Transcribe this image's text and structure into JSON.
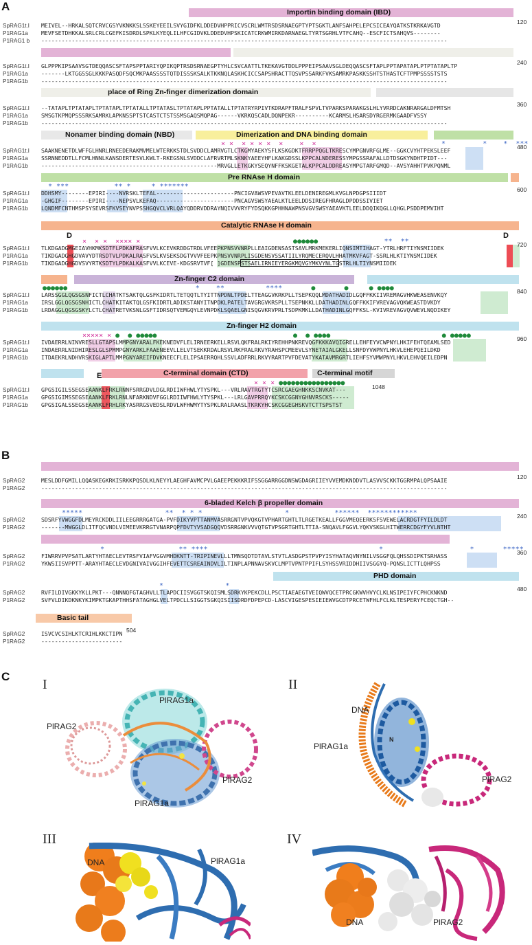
{
  "panels": {
    "a": "A",
    "b": "B",
    "c": "C"
  },
  "panelA": {
    "blocks": [
      {
        "domains": [
          {
            "label": "Importin binding domain (IBD)"
          }
        ],
        "number": "120",
        "rows": [
          {
            "name": "SpRAG1t.l",
            "seq": "MEIVEL--HRKALSQTCRVCGSYVKNKKSLSSKEYEEILSVYGIDFKLDDEDVHPPRICVSCRLWMTRSDSRNAEGPTYPTSGKTLANFSAHPELEPCSICEAYQATKSTKRKAVGTD"
          },
          {
            "name": "P1RAG1a",
            "seq": "MEVFSETDHKKALSRLCRLCGEFKISDRDLSPKLKYEQLILHFCGIDVKLDDEDVHPSKICATCRKWMIRKDARNAEGLTYRTSGRHLVTFCAHQ--ESCFICTSAHQVS--------"
          },
          {
            "name": "P1RAG1 b",
            "seq": "------------------------------------------------------------------------------------------------------------------------"
          }
        ]
      },
      {
        "domains": [],
        "number": "240",
        "rows": [
          {
            "name": "SpRAG1t.l",
            "seq": "GLPPPKIPSAAVSGTDEQQASCSFTAPSPPTARIYQPIKQPTRSDSRNAEGPTYHLCSVCAATTLTKEKAVGTDDLPPPEIPSAAVSGLDEQQASCSFTAPLPPTAPATAPLPTPTATAPLTP"
          },
          {
            "name": "P1RAG1a",
            "seq": "-------LKTGGSSGLKKKPASQDFSQCMKPAASSSSTQTDISSSKSALKTKKNQLASKHCICCSAPSHRACTTQSVPSSARKFVKSAMRKPASKKSSHTSTHASTCFTPMPSSSSTSTS"
          },
          {
            "name": "P1RAG1b",
            "seq": "------------------------------------------------------------------------------------------------------------------------"
          }
        ]
      },
      {
        "domains": [
          {
            "label": "place of  Ring Zn-finger dimerization domain"
          }
        ],
        "number": "360",
        "rows": [
          {
            "name": "SpRAG1t.l",
            "seq": "--TATAPLTPTATAPLTPTATAPLTPTATALLTPTATASLTPTATAPLPPTATALLTPTATRYRPIVTKDRAPFTRALFSPVLTVPARKSPARAKGSLHLYVRRDCAKNRARGALDFMTSH"
          },
          {
            "name": "P1RAG1a",
            "seq": "SMSGTKPMQPSSSRKSAMRKLAPKNSSPTSTCASTCTSTSSMSGAQSMQPAG------VKRKQSCADLDQNPEKR----------KCARMSLHSARSDYRGERMKGAADFVSSY"
          },
          {
            "name": "P1RAG1b",
            "seq": "------------------------------------------------------------------------------------------------------------------------"
          }
        ]
      },
      {
        "domains": [
          {
            "label": "Nonamer binding domain (NBD)"
          },
          {
            "label": "Dimerization and DNA binding domain"
          }
        ],
        "number": "480",
        "rows": [
          {
            "name": "SpRAG1t.l",
            "seq": "SAAKNENETDLWFFGLHNRLRNEEDERAKMVMELWTERKKSTDLSVDDCLAMRVGTLCTKGMYAEKYSFLKSKGDKTFRRPPQGLTKRESCYMPGNVRFGLME--GGKCVYHTPEKSLEEF"
          },
          {
            "name": "P1RAG1a",
            "seq": "SSRNNEDDTLLFCMLHNNLKANSDERTESVLKWLT-RKEGSNLSVDDCLAFRVRTMLSKNKYAEEYHFLKAKGDSSLKPPCALNDERESSYMPGSSRAFALLDTDSGKYNDHTPIDT---"
          },
          {
            "name": "P1RAG1b",
            "seq": "----------------------------------------------------MRVGLLETKGKYSEQYNFFKSKGETALKPPCALDDREASYMPGTARFGMQD--AVSYAHHTPVKPQNML"
          }
        ]
      },
      {
        "domains": [
          {
            "label": "Pre RNAse H domain"
          }
        ],
        "number": "600",
        "rows": [
          {
            "name": "SpRAG1t.l",
            "seq": "DDHSMY--------EPIRI----NVRSKLTEFAL-----------------------PNCIGVAWSVPEVAVTKLEELDENIREGMLKVGLNPDGPSIIIDT"
          },
          {
            "name": "P1RAG1a",
            "seq": "-GHGIF--------EPIRI----NEPSVLKEFAQ-----------------------PNCAGVSWSYAEALKTLEELDDSIREGFHRAGLDPDDSSIVIET"
          },
          {
            "name": "P1RAG1b",
            "seq": "LQNDMFCNTHMSPSYSEVRSFKVSEYNVPSSHGQVCLVRLQAYQDDRVDDRAYNQIVVVRYFYDSQKKGPHHNAWPNSVGVSWSYAEAVKTLEELDDQIKQGLLQHGLPSDDPEMVIHT"
          }
        ]
      },
      {
        "domains": [
          {
            "label": "Catalytic RNAse H domain"
          }
        ],
        "number": "720",
        "rows": [
          {
            "name": "SpRAG1t.l",
            "seq": "TLKDGADGMGEIAVHKMKSDTFLPDKAFRASFVVLKCEVKRDDGTRDLVFEEPKPNSVVNRPLLEAIGDENSASTSAVLMRKMEKERLIQNSIMTIHAGT-YTRLHRFTIYNSMIIDEK"
          },
          {
            "name": "P1RAG1a",
            "seq": "TIKDGADGHGDVAVYDTRSDTVLPDKALRASFVSLKVSEKSDGTVVVFEEPKPNSVVNRPLISGDENSVSSATIILYRQMECERQVLHHATMKVFAGT-SSRLHLKTIYNSMIIDEK"
          },
          {
            "name": "P1RAG1b",
            "seq": "TIKDGADGHGDVSVYRTKSDTYLPDKALKASFVVLKCEVE-KDGSRVTVF[           ]GDENSPSTSAELIRNIEYERGKMQVGYMKVYNLTGSTRLHLTIYNSMIIDEK"
          }
        ]
      },
      {
        "domains": [
          {
            "label": "Zn-finger C2 domain"
          }
        ],
        "number": "840",
        "rows": [
          {
            "name": "SpRAG1t.l",
            "seq": "LARSSGGLQGSGSNFICTLCHATKTSAKTQLGSFKIDRTLTETQQTLTYITTNPDNLTPDELTTEAGGVKRKPLLTSEPKQQLMDATHADIDLGQFFKKIIVREMAGVHKWEASENVKQY"
          },
          {
            "name": "P1RAG1a",
            "seq": "IRSLGGLQGSGSNHICTLCHATKITAKTQLGSFKIDRTLADIKSTANYITNPDKLPATELTAVGRGVKRSPLLTSEPNKKLLDATHADINLGQFFKKIFVREVAGVQKWEASTDVKDY"
          },
          {
            "name": "P1RAG1b",
            "seq": "LRDAGGLQGSGSKYLCTLCHATRETVKSNLGSFTIDRSQTVEMGQYLEVNPDKLSQAELGNISQGVKRVPRLTSDPKMKLLDATHADINLGQFFKSL-KVIVREVAGVQVWEVLNQDIKEY"
          }
        ]
      },
      {
        "domains": [
          {
            "label": "Zn-finger H2 domain"
          }
        ],
        "number": "960",
        "rows": [
          {
            "name": "SpRAG1t.l",
            "seq": "IVDAERRLNINVRESLLGTAPSLMMPGNYARALFKEKNEDVFLELIRNEERKELLRSVLQKFRALRKIYREHHPNKREVQGFKKKAVQIGRELLEHFEYVCWPNYLHKIFEHTQEAMLSED"
          },
          {
            "name": "P1RAG1a",
            "seq": "INDAERRLNIDHIRESLGLSPMMPGNYARKLFAAENEEVLLELVTSEKKRDALRSVLRKFRALRKVYRAHSPCMEEVLSYNETAIALGKELLSNFDYVWPNYLHKVLEHEPQEILDKD"
          },
          {
            "name": "P1RAG1b",
            "seq": "ITDAEKRLNDHVRSKIGLAPTLMMPGNYAREIFDVKNEECFLELIPSAERRQHLSSVLADFRRLRKVYRARTPVFDEVATYKATAVMRGRTLIEHFSYVMWPNYLHKVLEHVQEILEDPN"
          }
        ]
      },
      {
        "domains": [
          {
            "label": "C-terminal domain (CTD)"
          },
          {
            "label": "C-terminal motif"
          }
        ],
        "number": "1048",
        "rows": [
          {
            "name": "SpRAG1t.l",
            "seq": "GPGSIGILSSEGSEAANKLFRKLRNNFSRRGDVLDGLRDIIWFHWLYTYSPKL---VRLRAVTRGTYTCSRCGAEGHNKKSCNVKAT---"
          },
          {
            "name": "P1RAG1a",
            "seq": "GPGSIGIMSSEGSEAANKLFRKLRNLNFARKNDVFGGLRDIIWFHWLYTYSPKL---LRLGAVPRRQYKCSKCGGNYGHNVRSCKS-----"
          },
          {
            "name": "P1RAG1b",
            "seq": "GPGSIGALSSEGSEAANKLFRHLRKYASRRGSVEDSLRDVLWFHWMYTYSPKLRALRAASLTKRKYHCSKCGGEGHSKVTCTTSPSTST"
          }
        ]
      }
    ],
    "catalytic_markers": [
      "D",
      "D",
      "E"
    ]
  },
  "panelB": {
    "blocks": [
      {
        "domains": [],
        "number": "120",
        "rows": [
          {
            "name": "SpRAG2",
            "seq": "MESLDDFGMILLQQASKEGKRKISRKKPQSDLKLNEYYLAEGHFAVMCPVLGAEEPEKKKRIFSSGGARRGGDNSWGDAGRIIEYVVEMDKNDDVTLASVVSCKKTGGRMPALQPSAAIE"
          },
          {
            "name": "P1RAG2",
            "seq": "------------------------------------------------------------------------------------------------------------------------"
          }
        ]
      },
      {
        "domains": [
          {
            "label": "6-bladed Kelch β propeller domain"
          }
        ],
        "number": "240",
        "rows": [
          {
            "name": "SpRAG2",
            "seq": "SDSRFYVWGGFDLMEYRCKDDLIILEEGRRRGATGA-PVFDIKYVPTTANMVASRRGNTVPVQKGTVPHARTGHTLTLRGETKEALLFGGVMEQEERKSFSVEWELACRDGTFYILDLDT"
          },
          {
            "name": "P1RAG2",
            "seq": "-------MWGGLDLITFQCVNDLVIMEEVKRRGTVNARPQPFDVTYVSADGQQVDSRRGNKVVVQTGTVPSGRTGHTLTTIA-SNQAVLFGGVLYQKVSKGLHITWERRCDGYFYVLNTHT"
          }
        ]
      },
      {
        "domains": [],
        "number": "360",
        "rows": [
          {
            "name": "SpRAG2",
            "seq": "FIWRRVPVPSATLARTYHTAECLEVTRSFVIAFVGGVMHDKNTT-TRIPINEVLLLTMNSQDTDTAVLSTVTLASDGPSTPVPYISYHATAQVNYNILVSGGFQLQHSSDIPKTSRHASS"
          },
          {
            "name": "P1RAG2",
            "seq": "YKWSIISVPPTT-ARAYHTAECLEVDGNIVAIVGGIHFEVETTCSREAINDVLILTINPLAPNNAVSKVCLMPTVPNTPPIFLSYHSSVRIDDHIIVSGGYQ-PQNSLICTTLQHPSS"
          }
        ]
      },
      {
        "domains": [
          {
            "label": "PHD domain"
          }
        ],
        "number": "480",
        "rows": [
          {
            "name": "SpRAG2",
            "seq": "RVFILDIVGKKYKLLPKT---QNNNQFGTAGHVLLTLAPDCIISVGGTSKQISMLSDRKYKPEKCDLLPSCTIAEAEGTVEIQWVQCETPRCGKWVHVYCLKLNSIPEIYFCPHCKNKND"
          },
          {
            "name": "P1RAG2",
            "seq": "SVFVLDIKDKNKYKIMPKTGKAPTHHSFATAGHGLVELTPDCLLSIGGTSGKQISIISDRDFDPEPCD-LASCVIGESPESIEIEWVGCDTPRCETWFHLFCLKLTESPERYFCEQCTGH--"
          }
        ]
      },
      {
        "domains": [
          {
            "label": "Basic tail"
          }
        ],
        "number": "504",
        "rows": [
          {
            "name": "SpRAG2",
            "seq": "ISVCVCSIHLKTCRIHLKKCTIPN"
          },
          {
            "name": "P1RAG2",
            "seq": "------------------------"
          }
        ]
      }
    ]
  },
  "panelC": {
    "subpanels": [
      {
        "numeral": "I",
        "labels": [
          "PlRAG1a",
          "PlRAG2",
          "PlRAG2",
          "PlRAG1a"
        ]
      },
      {
        "numeral": "II",
        "labels": [
          "DNA",
          "N",
          "PlRAG1a",
          "PlRAG2"
        ]
      },
      {
        "numeral": "III",
        "labels": [
          "DNA",
          "PlRAG1a"
        ]
      },
      {
        "numeral": "IV",
        "labels": [
          "DNA",
          "PlRAG2"
        ]
      }
    ]
  },
  "colors": {
    "ibd": "#e3b3d6",
    "ring": "#efefe9",
    "nbd": "#e8e8e8",
    "dimer": "#f8ef9c",
    "green_bar": "#bfe0a6",
    "rnaseh": "#f6b48e",
    "znc2": "#c9b3d8",
    "zn_h2": "#bfe2ee",
    "ctd": "#f2a2aa",
    "ctmotif": "#d6d6d6",
    "peach": "#f8c9a8",
    "protein_blue": "#2e6db0",
    "teal": "#2bb3b8",
    "magenta": "#c8287a",
    "dna_orange": "#e87a1a",
    "yellow": "#f0e020",
    "star_blue": "#3a64c4",
    "cross_pink": "#d0309a",
    "dot_green": "#1f8a3a"
  }
}
